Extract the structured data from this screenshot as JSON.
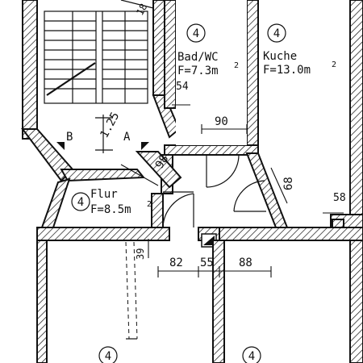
{
  "rooms": {
    "bad": {
      "number": "4",
      "name": "Bad/WC",
      "area": "F=7.3m",
      "sup": "2"
    },
    "kuche": {
      "number": "4",
      "name": "Kuche",
      "area": "F=13.0m",
      "sup": "2"
    },
    "flur": {
      "number": "4",
      "name": "Flur",
      "area": "F=8.5m",
      "sup": "2"
    },
    "bottom_left": {
      "number": "4"
    },
    "bottom_right": {
      "number": "4"
    }
  },
  "stair": {
    "mark_a": "A",
    "mark_b": "B",
    "dim_diag": "1.25",
    "dim_top": "18"
  },
  "dimensions": {
    "d54": "54",
    "d90": "90",
    "d98": "98",
    "d68": "68",
    "d58": "58",
    "d39": "39",
    "d82": "82",
    "d55": "55",
    "d88": "88"
  }
}
